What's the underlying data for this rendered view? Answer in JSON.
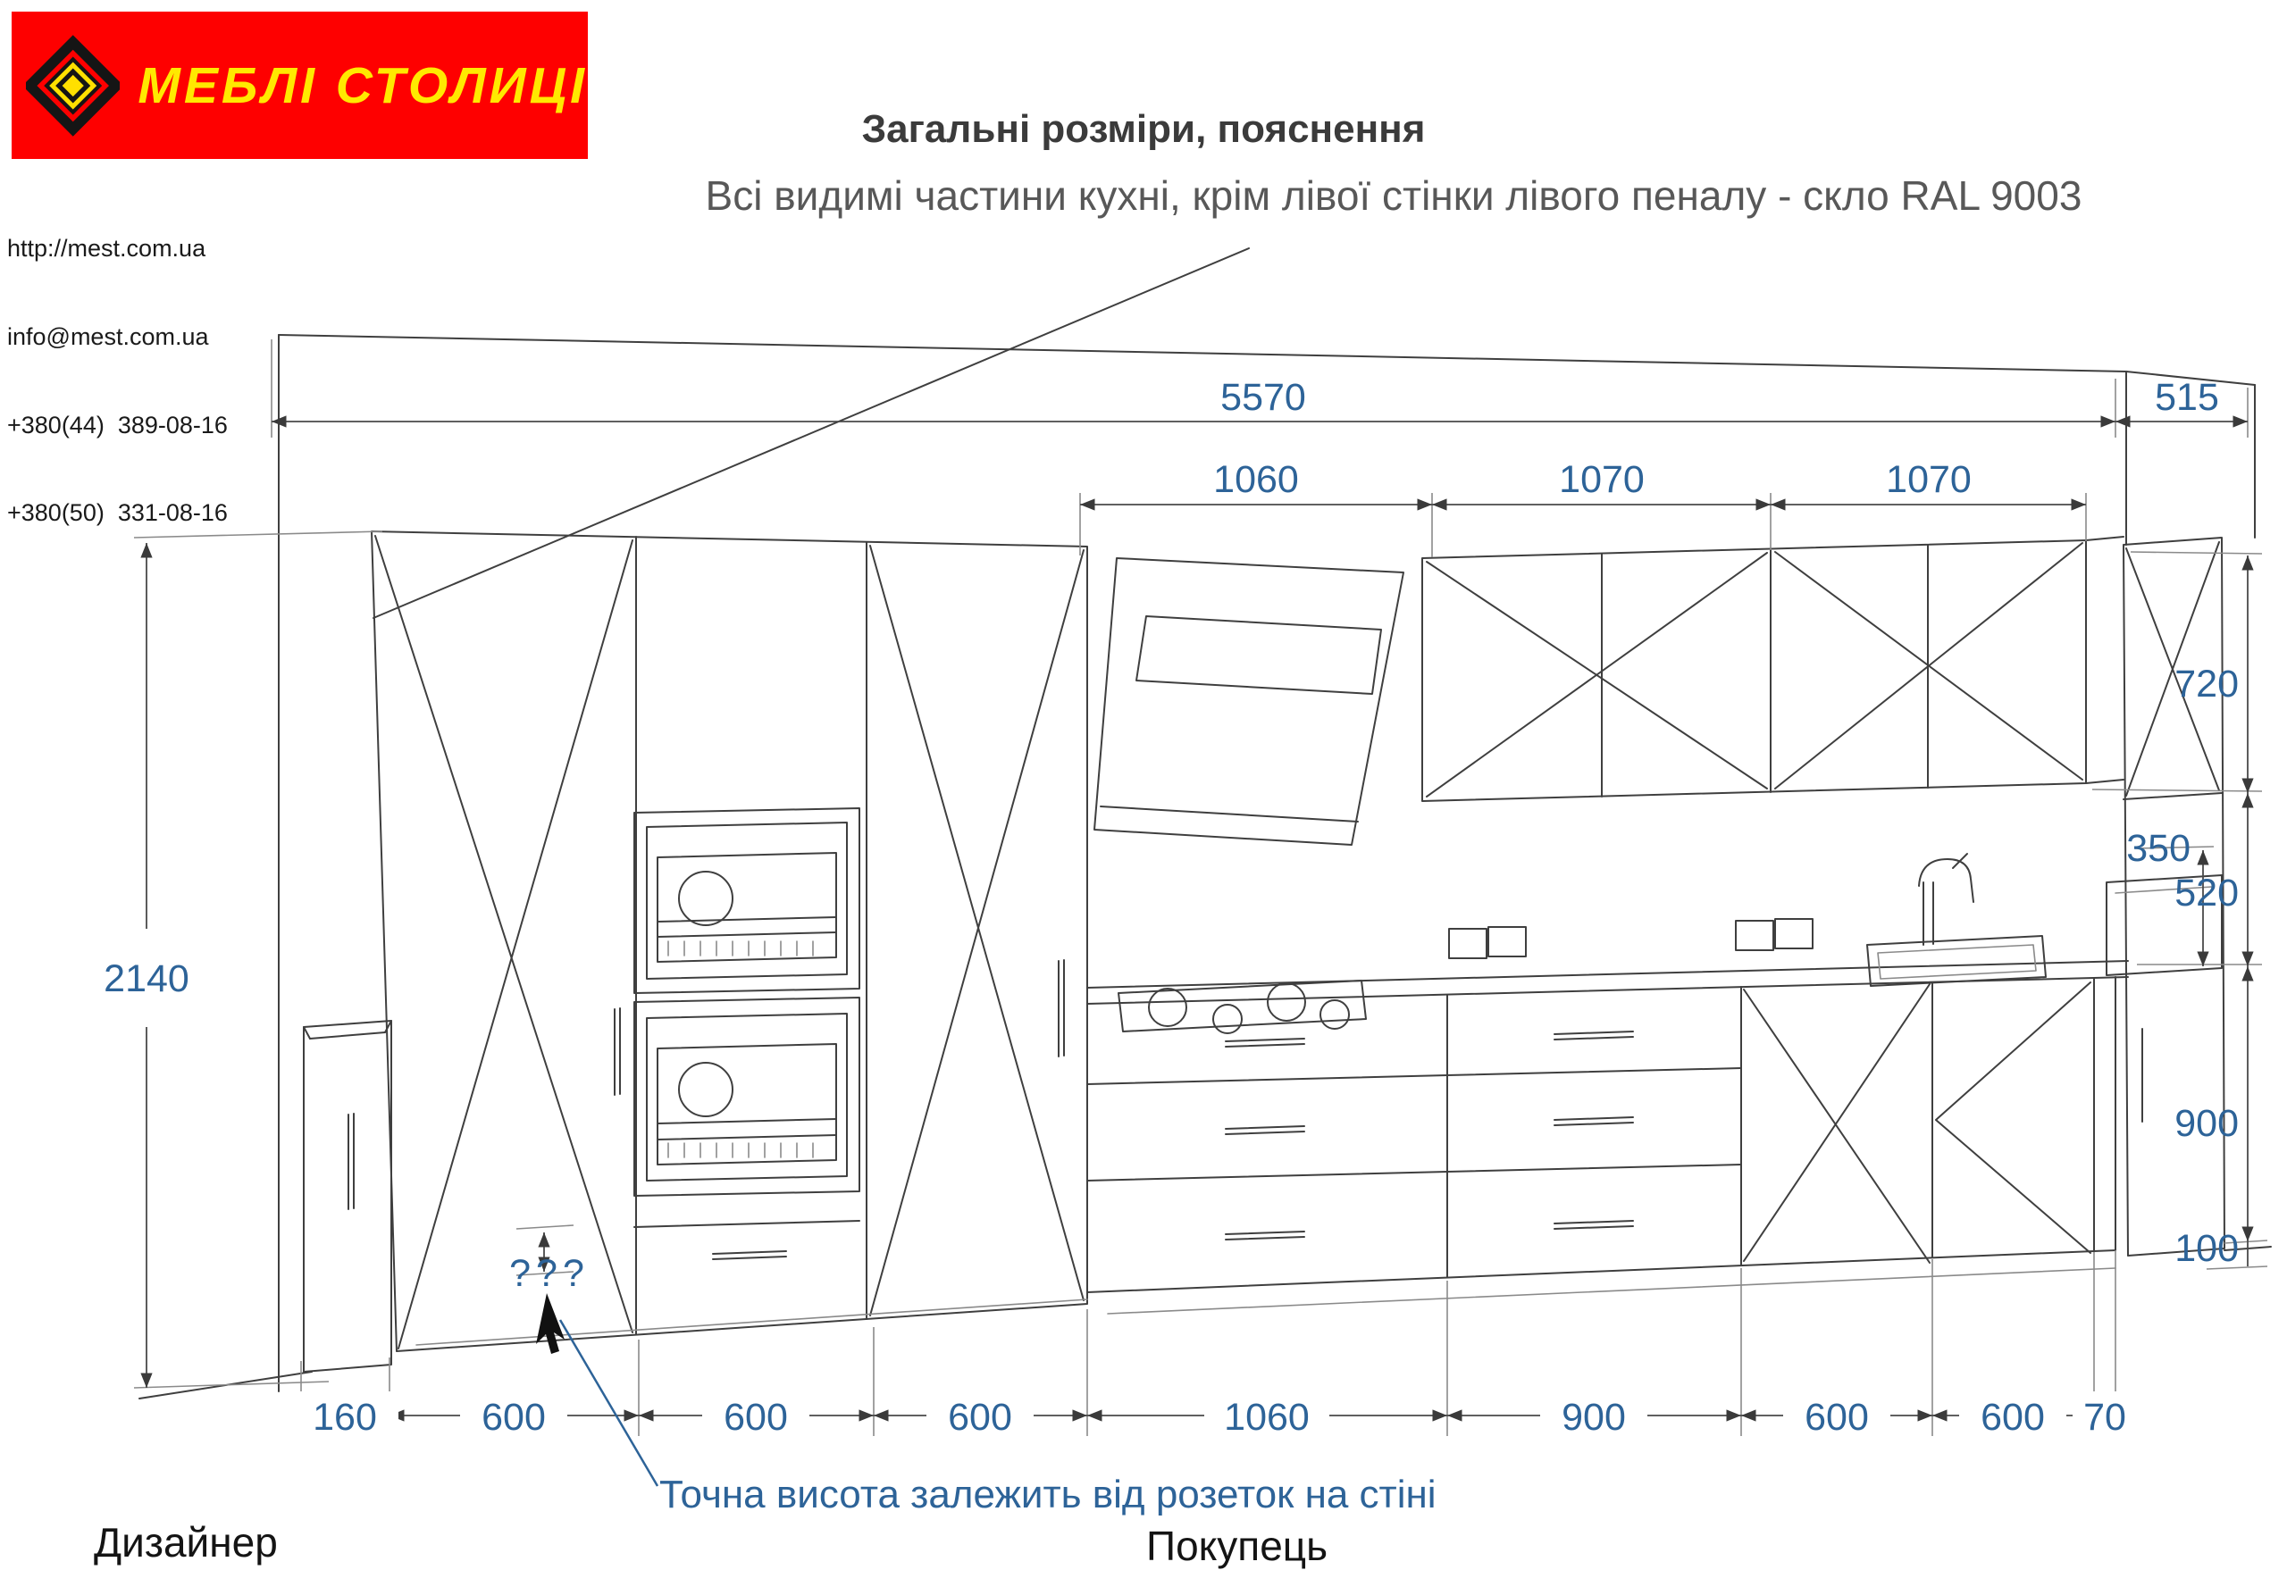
{
  "brand": {
    "logo_text": "МЕБЛІ СТОЛИЦІ",
    "website": "http://mest.com.ua",
    "email": "info@mest.com.ua",
    "phone_1": "+380(44)  389-08-16",
    "phone_2": "+380(50)  331-08-16"
  },
  "heading": {
    "title": "Загальні розміри, пояснення",
    "subtitle": "Всі видимі частини кухні, крім лівої стінки лівого пеналу - скло RAL 9003"
  },
  "drawing": {
    "type": "kitchen-elevation-perspective",
    "dims": {
      "total_width": "5570",
      "right_return_depth": "515",
      "upper_row": [
        "1060",
        "1070",
        "1070"
      ],
      "right_chain": [
        "720",
        "350",
        "520",
        "900",
        "100"
      ],
      "total_height": "2140",
      "bottom_row": [
        "160",
        "600",
        "600",
        "600",
        "1060",
        "900",
        "600",
        "600",
        "70"
      ],
      "unknown_height": "???"
    },
    "note": "Точна висота залежить від розеток на стіні"
  },
  "signatures": {
    "designer": "Дизайнер",
    "customer": "Покупець"
  },
  "colors": {
    "logo_bg": "#fe0000",
    "logo_fg": "#ffe900",
    "dim_text": "#2d6398",
    "line": "#3f3f3f"
  }
}
